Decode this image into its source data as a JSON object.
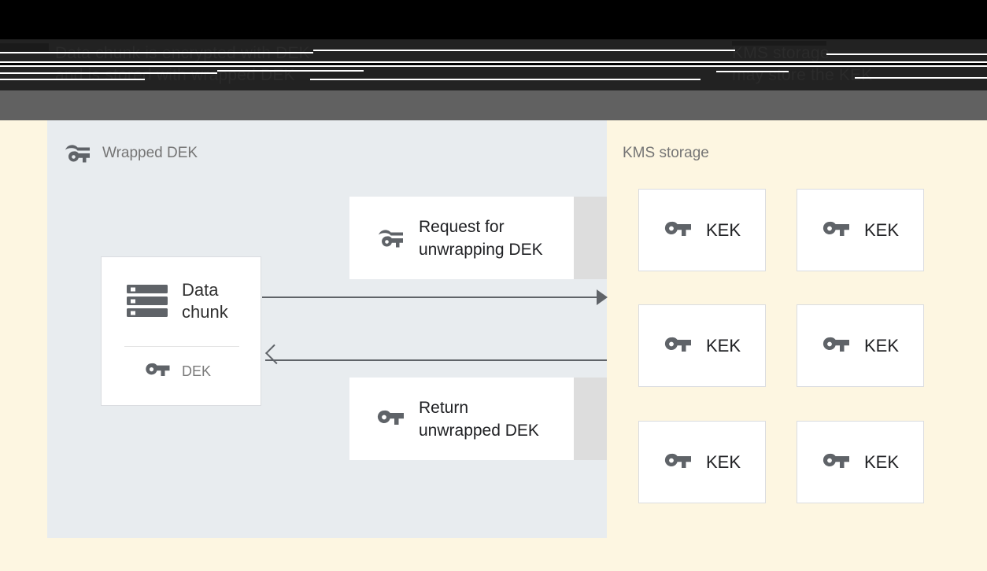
{
  "header": {
    "left_caption": "Data chunk is encrypted with DEK\nand is stored with wrapped DEK",
    "right_caption": "KMS storage\nmay store the KEK"
  },
  "left_panel": {
    "title": "Wrapped DEK",
    "title_icon": "wrapped-key-icon",
    "data_chunk": {
      "icon": "storage-icon",
      "label": "Data\nchunk",
      "key_icon": "key-icon",
      "key_label": "DEK"
    },
    "messages": [
      {
        "id": "request",
        "icon": "wrapped-key-icon",
        "label": "Request for\nunwrapping DEK"
      },
      {
        "id": "return",
        "icon": "key-icon",
        "label": "Return\nunwrapped DEK"
      }
    ],
    "arrows": [
      {
        "name": "request-arrow",
        "direction": "right"
      },
      {
        "name": "return-arrow",
        "direction": "left"
      }
    ]
  },
  "kms": {
    "title": "KMS storage",
    "keys": [
      {
        "icon": "key-icon",
        "label": "KEK"
      },
      {
        "icon": "key-icon",
        "label": "KEK"
      },
      {
        "icon": "key-icon",
        "label": "KEK"
      },
      {
        "icon": "key-icon",
        "label": "KEK"
      },
      {
        "icon": "key-icon",
        "label": "KEK"
      },
      {
        "icon": "key-icon",
        "label": "KEK"
      }
    ]
  },
  "colors": {
    "page_background": "#fdf6e1",
    "panel_background": "#e8ecef",
    "card_background": "#ffffff",
    "card_border": "#dadce0",
    "card_shadow": "#dddddd",
    "icon_gray": "#5f6368",
    "muted_text": "#757575",
    "body_text": "#202124",
    "header_black": "#000000",
    "header_band": "#222222",
    "header_underbar": "#616161"
  }
}
